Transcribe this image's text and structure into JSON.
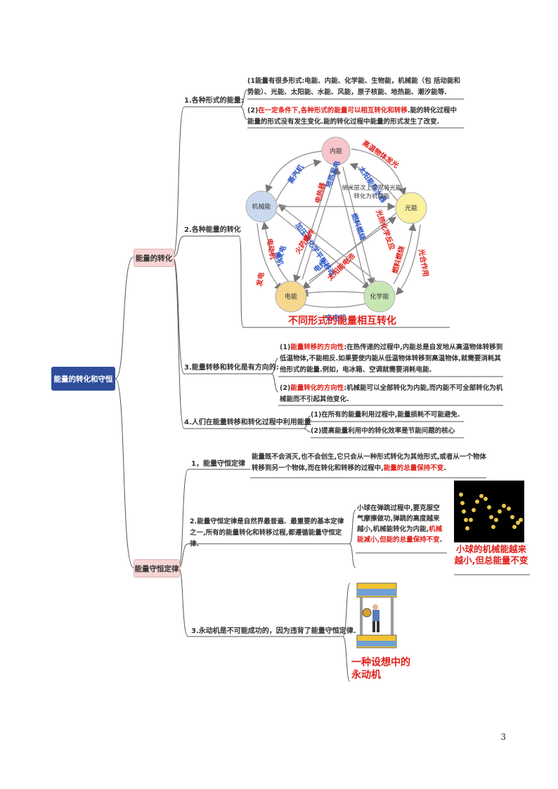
{
  "root": "能量的转化和守恒",
  "branch1": {
    "title": "能量的转化",
    "n1": {
      "label": "1.各种形式的能量:",
      "s1": "(1能量有很多形式:电能、内能、化学能、生物能，机械能（包 括动能和势能）、光能、太阳能、水能、风能，原子核能、地热能、潮汐能等.",
      "s2_a": "(2)",
      "s2_red": "在一定条件下,各种形式的能量可以相互转化和转移",
      "s2_b": ".能的转化过程中能量的形式没有发生变化.能的转化过程中能量的形式发生了改变."
    },
    "n2": {
      "label": "2.各种能量的转化",
      "diagram": {
        "nodes": [
          "内能",
          "机械能",
          "光能",
          "电能",
          "化学能"
        ],
        "center_note": "纳米层次上实现将光能转化为机械能",
        "blue_labels": [
          "蒸汽机",
          "太阳能热水器",
          "加压液化学平衡移动",
          "热机",
          "发电",
          "燃料燃烧",
          "电灯",
          "充电机",
          "地热发电"
        ],
        "red_labels": [
          "高温物体发光",
          "电热器",
          "火药爆炸",
          "发电",
          "电动机",
          "光合作用",
          "燃料燃烧",
          "太阳能电池",
          "光热化学反应"
        ],
        "caption": "不同形式的能量相互转化"
      }
    },
    "n3": {
      "label": "3.能量转移和转化是有方向的:",
      "s1_a": "(1)",
      "s1_red": "能量转移的方向性",
      "s1_b": ":在热传递的过程中,内能总是自发地从高温物体转移到低温物体,不能相反.如果要使内能从低温物体转移到高温物体,就需要消耗其他形式的能量.例如，电冰箱、空调就需要消耗电能.",
      "s2_a": "(2)",
      "s2_red": "能量转化的方向性",
      "s2_b": ":机械能可以全部转化为内能,而内能不可全部转化为机械能而不引起其他变化."
    },
    "n4": {
      "label": "4.人们在能量转移和转化过程中利用能量",
      "s1": "(1)在所有的能量利用过程中,能量损耗不可能避免.",
      "s2": "(2)提高能量利用中的转化效率是节能问题的核心"
    }
  },
  "branch2": {
    "title": "能量守恒定律",
    "n1": {
      "label": "1，能量守恒定律",
      "s1_a": "能量既不会消灭,也不会创生,它只会从一种形式转化为其他形式,或者从一个物体转移到另一个物体,而在转化和转移的过程中,",
      "s1_red": "能量的总量保持不变",
      "s1_b": "."
    },
    "n2": {
      "label": "2.能量守恒定律是自然界最普遍、最重要的基本定律之一,所有的能量转化和转移过程,都遵循能量守恒定律.",
      "s1_a": "小球在弹跳过程中,要克服空气摩擦做功,弹跳的高度越来越小,机械能转化为内能,",
      "s1_red": "机械能减小,但能的总量保持不变",
      "s1_b": ".",
      "caption": "小球的机械能越来越小,但总能量不变"
    },
    "n3": {
      "label": "3.永动机是不可能成功的，因为违背了能量守恒定律.",
      "caption": "一种设想中的永动机"
    }
  },
  "page_number": "3"
}
